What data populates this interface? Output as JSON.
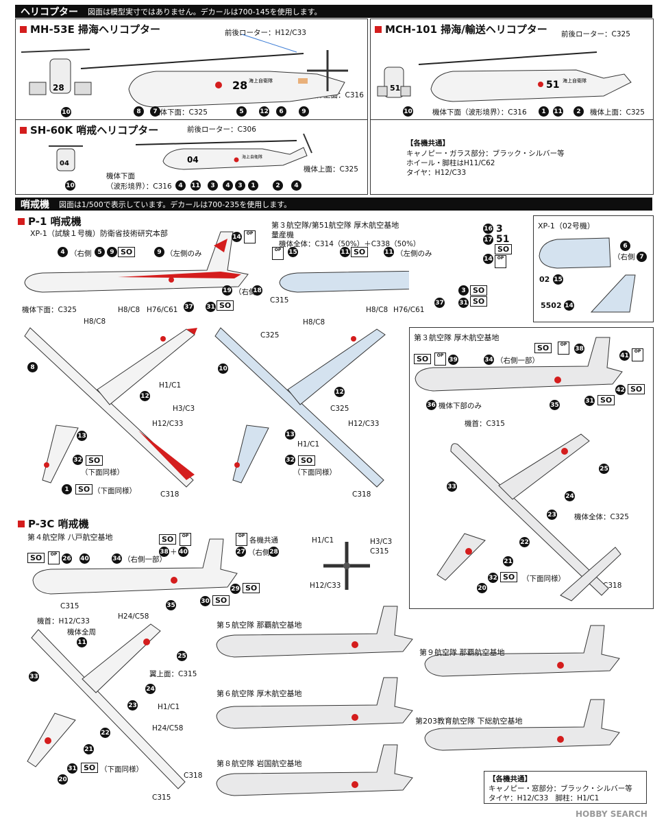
{
  "sections": {
    "heli": {
      "title": "ヘリコプター",
      "note": "図面は模型実寸ではありません。デカールは700-145を使用します。"
    },
    "patrol": {
      "title": "哨戒機",
      "note": "図面は1/500で表示しています。デカールは700-235を使用します。"
    }
  },
  "mh53e": {
    "title": "MH-53E 掃海ヘリコプター",
    "rotor": "前後ローター：H12/C33",
    "top": "機体上面：C316",
    "bottom": "機体下面：C325",
    "callouts": [
      "10",
      "8",
      "7",
      "5",
      "12",
      "6",
      "9"
    ]
  },
  "mch101": {
    "title": "MCH-101 掃海/輸送ヘリコプター",
    "rotor": "前後ローター：C325",
    "bottom": "機体下面（波形境界）：C316",
    "top": "機体上面：C325",
    "callouts": [
      "10",
      "1",
      "11",
      "2"
    ]
  },
  "sh60k": {
    "title": "SH-60K 哨戒ヘリコプター",
    "rotor": "前後ローター：C306",
    "top": "機体上面：C325",
    "bottom1": "機体下面",
    "bottom2": "（波形境界）：C316",
    "callouts": [
      "10",
      "4",
      "11",
      "3",
      "4",
      "3",
      "1",
      "2",
      "4"
    ]
  },
  "common_heli": {
    "title": "【各機共通】",
    "lines": [
      "キャノピー・ガラス部分：ブラック・シルバー等",
      "ホイール・脚柱はH11/C62",
      "タイヤ：H12/C33"
    ]
  },
  "p1": {
    "title": "P-1 哨戒機",
    "xp1_label": "XP-1（試験１号機）防衛省技術研究本部",
    "prod_label1": "第３航空隊/第51航空隊 厚木航空基地",
    "prod_label2": "量産機",
    "prod_colors": "機体全体：C314（50%）＋C338（50%）",
    "right5": "（右側",
    "left_only": "（左側のみ",
    "right18": "（右側",
    "bottom": "機体下面：C325",
    "h8c8": "H8/C8",
    "h76c61": "H76/C61",
    "c315": "C315",
    "h1c1": "H1/C1",
    "h3c3": "H3/C3",
    "h12c33": "H12/C33",
    "c318": "C318",
    "c325": "C325",
    "same_below": "（下面同様）",
    "so": "SO",
    "op": "OP",
    "tail3": "3",
    "tail51": "51",
    "callouts": [
      "14",
      "4",
      "5",
      "9",
      "9",
      "19",
      "18",
      "37",
      "31",
      "15",
      "11",
      "11",
      "16",
      "17",
      "14",
      "3",
      "37",
      "31",
      "8",
      "12",
      "13",
      "32",
      "1",
      "10",
      "12",
      "13",
      "32"
    ]
  },
  "xp1_02": {
    "title": "XP-1（02号機）",
    "right7": "（右側",
    "n6": "6",
    "n7": "7",
    "tag02": "02",
    "tag5502": "5502",
    "n15": "15",
    "n14": "14"
  },
  "p3c_atsugi": {
    "title": "第３航空隊 厚木航空基地",
    "right_part": "（右側一部）",
    "bottom_only": "機体下部のみ",
    "nose": "機首：C315",
    "whole": "機体全体：C325",
    "c318": "C318",
    "same_below": "（下面同様）",
    "callouts": [
      "39",
      "38",
      "41",
      "34",
      "42",
      "31",
      "35",
      "36",
      "25",
      "33",
      "24",
      "23",
      "22",
      "21",
      "32",
      "20"
    ]
  },
  "p3c": {
    "title": "P-3C 哨戒機",
    "hachinohe": "第４航空隊 八戸航空基地",
    "common": "各機共通",
    "right28": "（右側",
    "right_part": "（右側一部）",
    "c315": "C315",
    "nose": "機首：H12/C33",
    "whole_around": "機体全周",
    "h24c58": "H24/C58",
    "wing_top": "翼上面：C315",
    "h1c1": "H1/C1",
    "c318": "C318",
    "same_below": "（下面同様）",
    "prop_h1c1": "H1/C1",
    "prop_h3c3": "H3/C3",
    "prop_c315": "C315",
    "prop_h12c33": "H12/C33",
    "plus": "＋",
    "callouts": [
      "38",
      "40",
      "27",
      "28",
      "26",
      "40",
      "34",
      "29",
      "30",
      "35",
      "11",
      "25",
      "33",
      "24",
      "23",
      "22",
      "21",
      "31",
      "20"
    ]
  },
  "bases": {
    "naha5": "第５航空隊 那覇航空基地",
    "naha9": "第９航空隊 那覇航空基地",
    "atsugi6": "第６航空隊 厚木航空基地",
    "shimofusa": "第203教育航空隊 下総航空基地",
    "iwakuni": "第８航空隊 岩国航空基地"
  },
  "common_patrol": {
    "title": "【各機共通】",
    "lines": [
      "キャノピー・窓部分：ブラック・シルバー等",
      "タイヤ：H12/C33　脚柱：H1/C1"
    ]
  },
  "footer": {
    "logo": "HOBBY SEARCH"
  },
  "colors": {
    "accent_red": "#d41d1d",
    "blue_fill": "#d4e2ef",
    "grey_fill": "#e9e9ea",
    "black": "#111111"
  }
}
